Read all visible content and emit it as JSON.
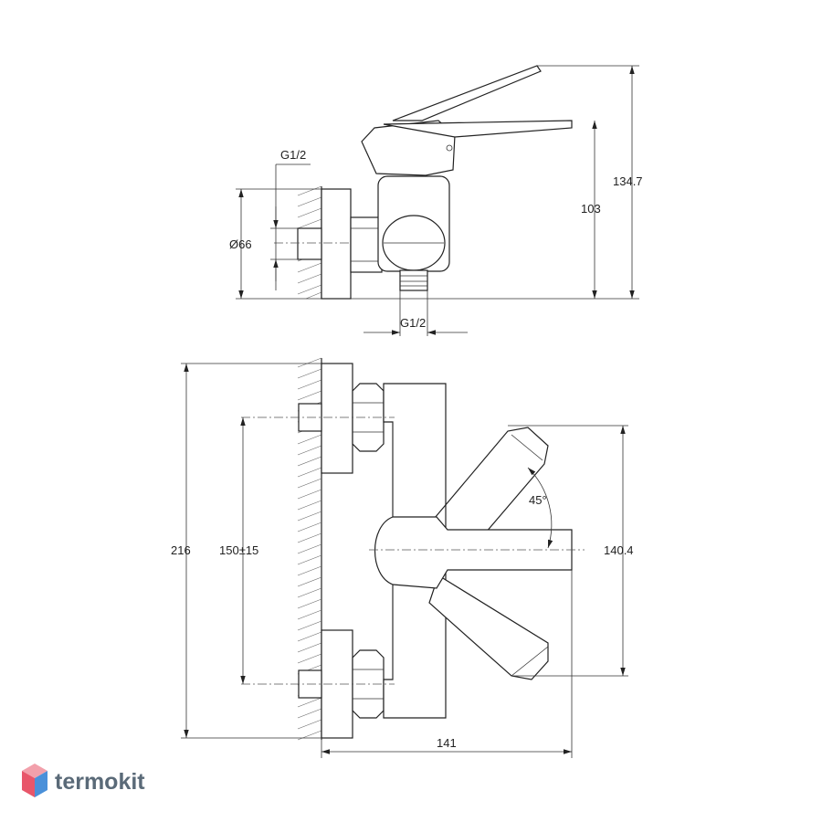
{
  "labels": {
    "side_thread_top": "G1/2",
    "side_diameter": "Ø66",
    "side_height_spout": "103",
    "side_height_total": "134.7",
    "side_thread_bottom": "G1/2",
    "top_height_total": "216",
    "top_centres": "150±15",
    "top_lever_width": "140.4",
    "top_angle": "45°",
    "top_depth": "141"
  },
  "brand": {
    "name": "termokit",
    "logo_icon": "cube-logo-icon",
    "colors": {
      "top": "#f2a0ab",
      "left": "#e8566a",
      "right": "#4a90d9"
    }
  }
}
